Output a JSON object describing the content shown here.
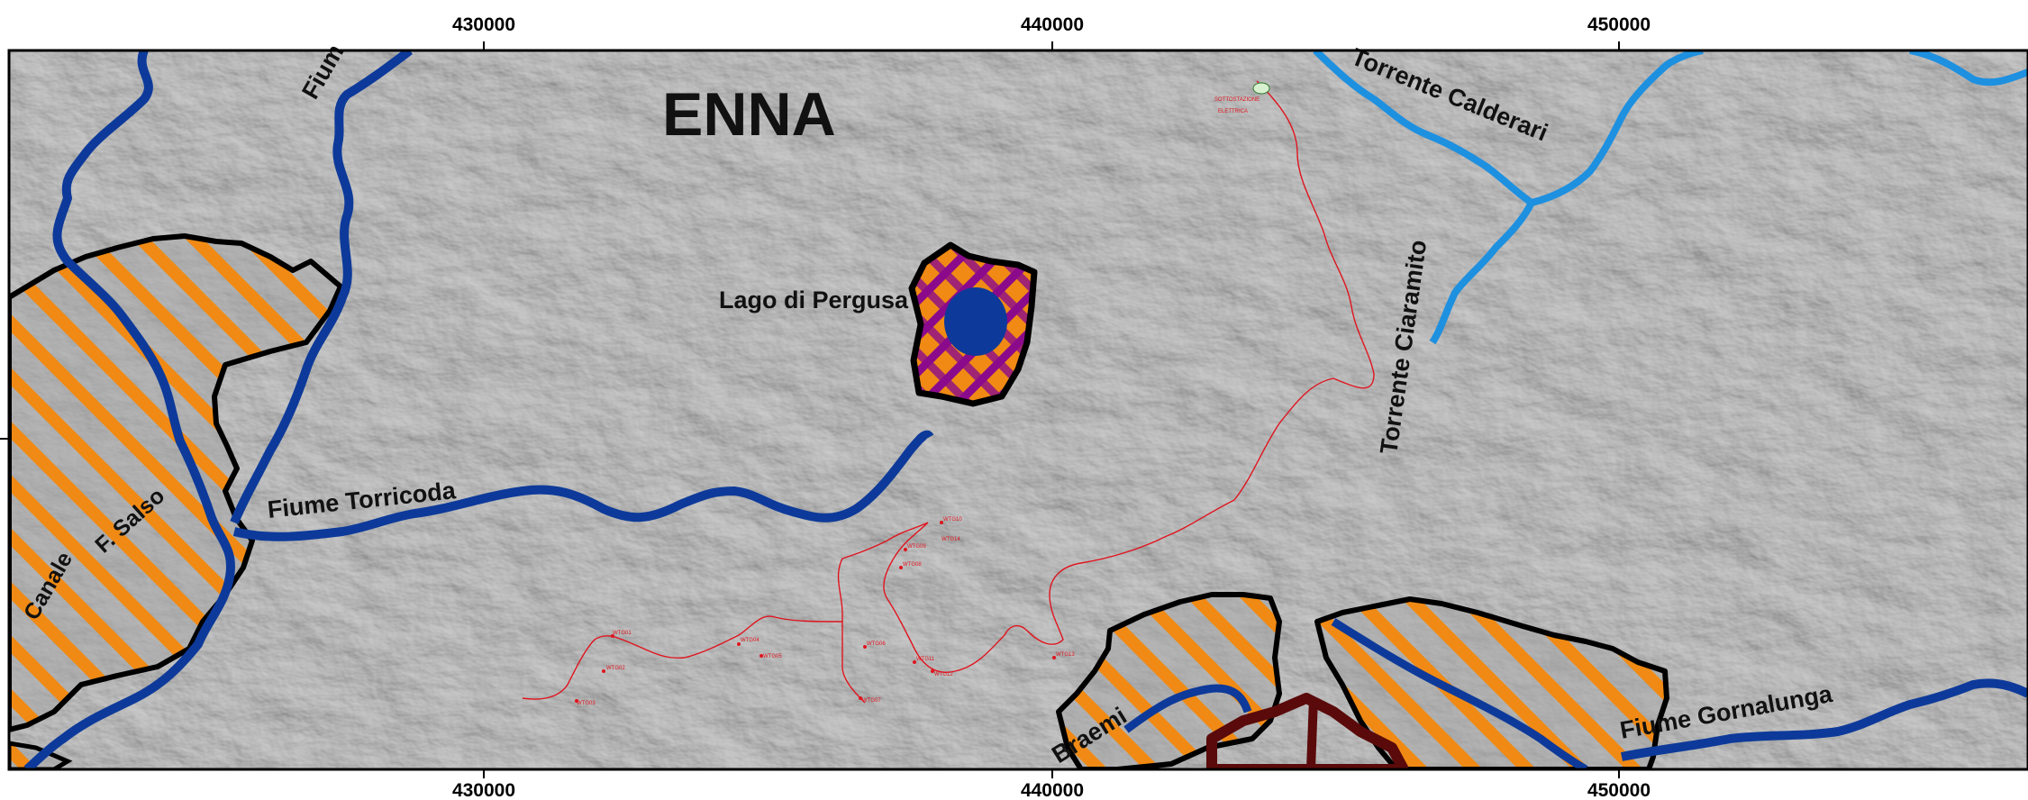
{
  "map": {
    "city": "ENNA",
    "lake": "Lago di Pergusa",
    "coords_top": [
      "430000",
      "440000",
      "450000"
    ],
    "coords_bottom": [
      "430000",
      "440000",
      "450000"
    ],
    "rivers": {
      "torricoda": "Fiume Torricoda",
      "calderari": "Torrente Calderari",
      "ciaramito": "Torrente Ciaramito",
      "gornalunga": "Fiume Gornalunga",
      "salso": "F. Salso",
      "fium_top": "Fium",
      "braemi": "Braemi",
      "canale": "Canale"
    },
    "turbines": [
      "WTG01",
      "WTG02",
      "WTG03",
      "WTG04",
      "WTG05",
      "WTG06",
      "WTG07",
      "WTG08",
      "WTG09",
      "WTG10",
      "WTG11",
      "WTG12",
      "WTG13",
      "WTG14"
    ],
    "substation": [
      "SOTTOSTAZIONE",
      "ELETTRICA"
    ],
    "colors": {
      "terrain": "#9c9c9c",
      "dark_river": "#0d3a9a",
      "light_river": "#1e90e0",
      "hatch_orange": "#f08a14",
      "boundary": "#000000",
      "cable": "#e0141e",
      "lake_fill": "#0d3a9a",
      "hatch_purple": "#8b0a8b",
      "maroon": "#5a0a0a"
    }
  }
}
